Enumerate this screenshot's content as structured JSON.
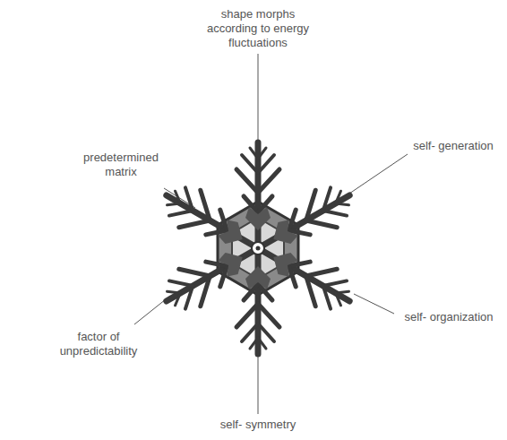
{
  "diagram": {
    "labels": [
      "shape morphs according to energy fluctuations",
      "predetermined matrix",
      "self- generation",
      "factor of unpredictability",
      "self- organization",
      "self- symmetry"
    ]
  }
}
